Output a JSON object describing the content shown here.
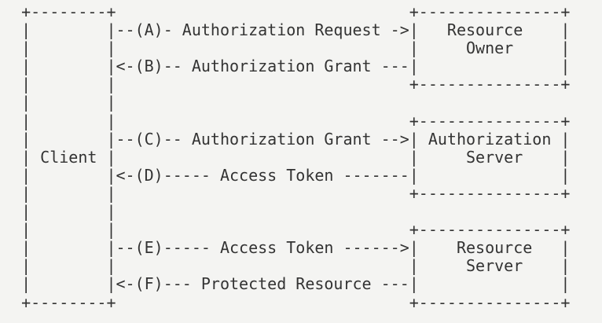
{
  "page": {
    "background_color": "#f4f4f2",
    "text_color": "#333333"
  },
  "diagram": {
    "kind": "ascii-art-protocol-flow",
    "lines": [
      "  +--------+                               +---------------+",
      "  |        |--(A)- Authorization Request ->|   Resource    |",
      "  |        |                               |     Owner     |",
      "  |        |<-(B)-- Authorization Grant ---|               |",
      "  |        |                               +---------------+",
      "  |        |",
      "  |        |                               +---------------+",
      "  |        |--(C)-- Authorization Grant -->| Authorization |",
      "  | Client |                               |     Server    |",
      "  |        |<-(D)----- Access Token -------|               |",
      "  |        |                               +---------------+",
      "  |        |",
      "  |        |                               +---------------+",
      "  |        |--(E)----- Access Token ------>|    Resource   |",
      "  |        |                               |     Server    |",
      "  |        |<-(F)--- Protected Resource ---|               |",
      "  +--------+                               +---------------+"
    ],
    "entities": [
      {
        "name": "Client"
      },
      {
        "name": "Resource Owner"
      },
      {
        "name": "Authorization Server"
      },
      {
        "name": "Resource Server"
      }
    ],
    "flow_steps": [
      {
        "step": "A",
        "label": "Authorization Request",
        "from": "Client",
        "to": "Resource Owner",
        "direction": "right"
      },
      {
        "step": "B",
        "label": "Authorization Grant",
        "from": "Resource Owner",
        "to": "Client",
        "direction": "left"
      },
      {
        "step": "C",
        "label": "Authorization Grant",
        "from": "Client",
        "to": "Authorization Server",
        "direction": "right"
      },
      {
        "step": "D",
        "label": "Access Token",
        "from": "Authorization Server",
        "to": "Client",
        "direction": "left"
      },
      {
        "step": "E",
        "label": "Access Token",
        "from": "Client",
        "to": "Resource Server",
        "direction": "right"
      },
      {
        "step": "F",
        "label": "Protected Resource",
        "from": "Resource Server",
        "to": "Client",
        "direction": "left"
      }
    ]
  }
}
